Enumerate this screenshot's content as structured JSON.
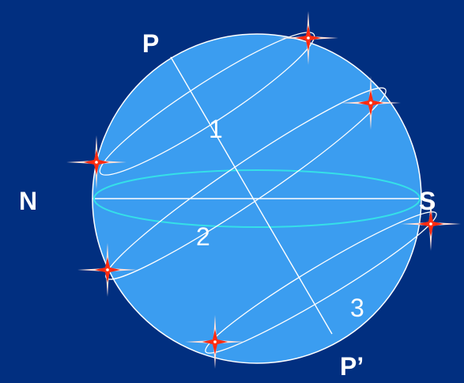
{
  "labels": {
    "north": "N",
    "south": "S",
    "pole_top": "P",
    "pole_bottom": "P’",
    "zone_1": "1",
    "zone_2": "2",
    "zone_3": "3"
  },
  "colors": {
    "background": "#012f80",
    "sphere": "#3b9df0",
    "equator": "#35e0e8",
    "lines": "#ffffff",
    "star_glow": "#ff2a10",
    "star_core": "#ffffff"
  },
  "icons": {
    "star": "four-point-star-icon"
  }
}
